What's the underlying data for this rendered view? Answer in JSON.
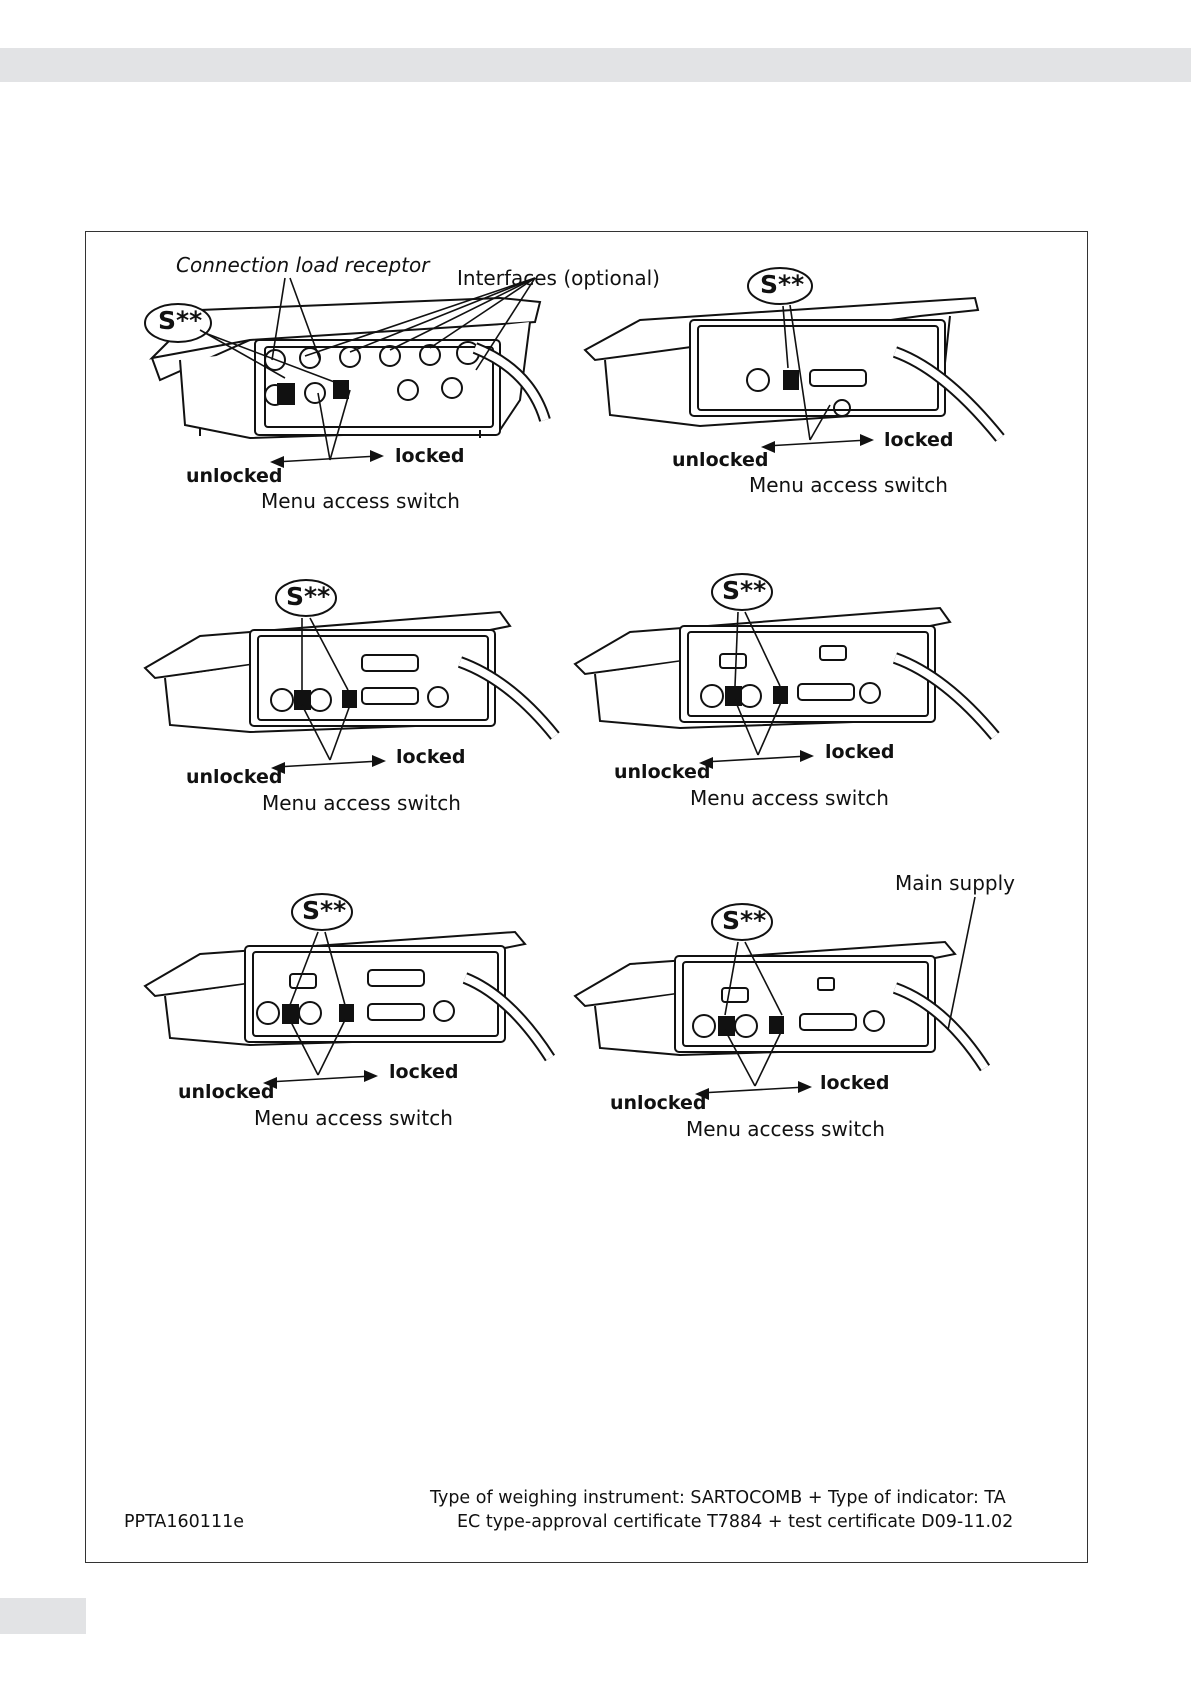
{
  "panels": [
    {
      "name": "panel-1",
      "s_label": "S**",
      "unlocked": "unlocked",
      "locked": "locked",
      "caption": "Menu access switch",
      "connection_label": "Connection load receptor",
      "interfaces_label": "Interfaces (optional)"
    },
    {
      "name": "panel-2",
      "s_label": "S**",
      "unlocked": "unlocked",
      "locked": "locked",
      "caption": "Menu access switch"
    },
    {
      "name": "panel-3",
      "s_label": "S**",
      "unlocked": "unlocked",
      "locked": "locked",
      "caption": "Menu access switch"
    },
    {
      "name": "panel-4",
      "s_label": "S**",
      "unlocked": "unlocked",
      "locked": "locked",
      "caption": "Menu access switch"
    },
    {
      "name": "panel-5",
      "s_label": "S**",
      "unlocked": "unlocked",
      "locked": "locked",
      "caption": "Menu access switch"
    },
    {
      "name": "panel-6",
      "s_label": "S**",
      "unlocked": "unlocked",
      "locked": "locked",
      "caption": "Menu access switch",
      "main_supply_label": "Main supply"
    }
  ],
  "footer": {
    "doc_code": "PPTA160111e",
    "line1": "Type of weighing instrument: SARTOCOMB  + Type of indicator: TA",
    "line2": "EC type-approval certificate T7884  +  test certificate D09-11.02"
  }
}
